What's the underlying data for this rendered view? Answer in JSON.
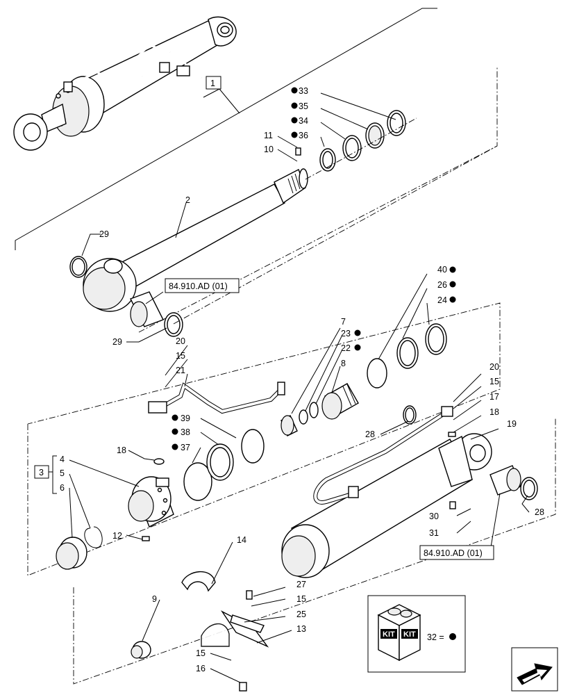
{
  "labels": {
    "l1": "1",
    "l2": "2",
    "l3": "3",
    "l4": "4",
    "l5": "5",
    "l6": "6",
    "l7": "7",
    "l8": "8",
    "l9": "9",
    "l10": "10",
    "l11": "11",
    "l12": "12",
    "l13": "13",
    "l14": "14",
    "l15a": "15",
    "l15b": "15",
    "l15c": "15",
    "l15d": "15",
    "l16": "16",
    "l17": "17",
    "l18a": "18",
    "l18b": "18",
    "l19": "19",
    "l20a": "20",
    "l20b": "20",
    "l21": "21",
    "l22": "22",
    "l23": "23",
    "l24": "24",
    "l25": "25",
    "l26": "26",
    "l27": "27",
    "l28a": "28",
    "l28b": "28",
    "l29a": "29",
    "l29b": "29",
    "l30": "30",
    "l31": "31",
    "l33": "33",
    "l34": "34",
    "l35": "35",
    "l36": "36",
    "l37": "37",
    "l38": "38",
    "l39": "39",
    "l40": "40"
  },
  "references": {
    "ref_top": "84.910.AD (01)",
    "ref_bottom": "84.910.AD (01)"
  },
  "kit": {
    "box_text_left": "KIT",
    "box_text_right": "KIT",
    "legend": "32 ="
  }
}
